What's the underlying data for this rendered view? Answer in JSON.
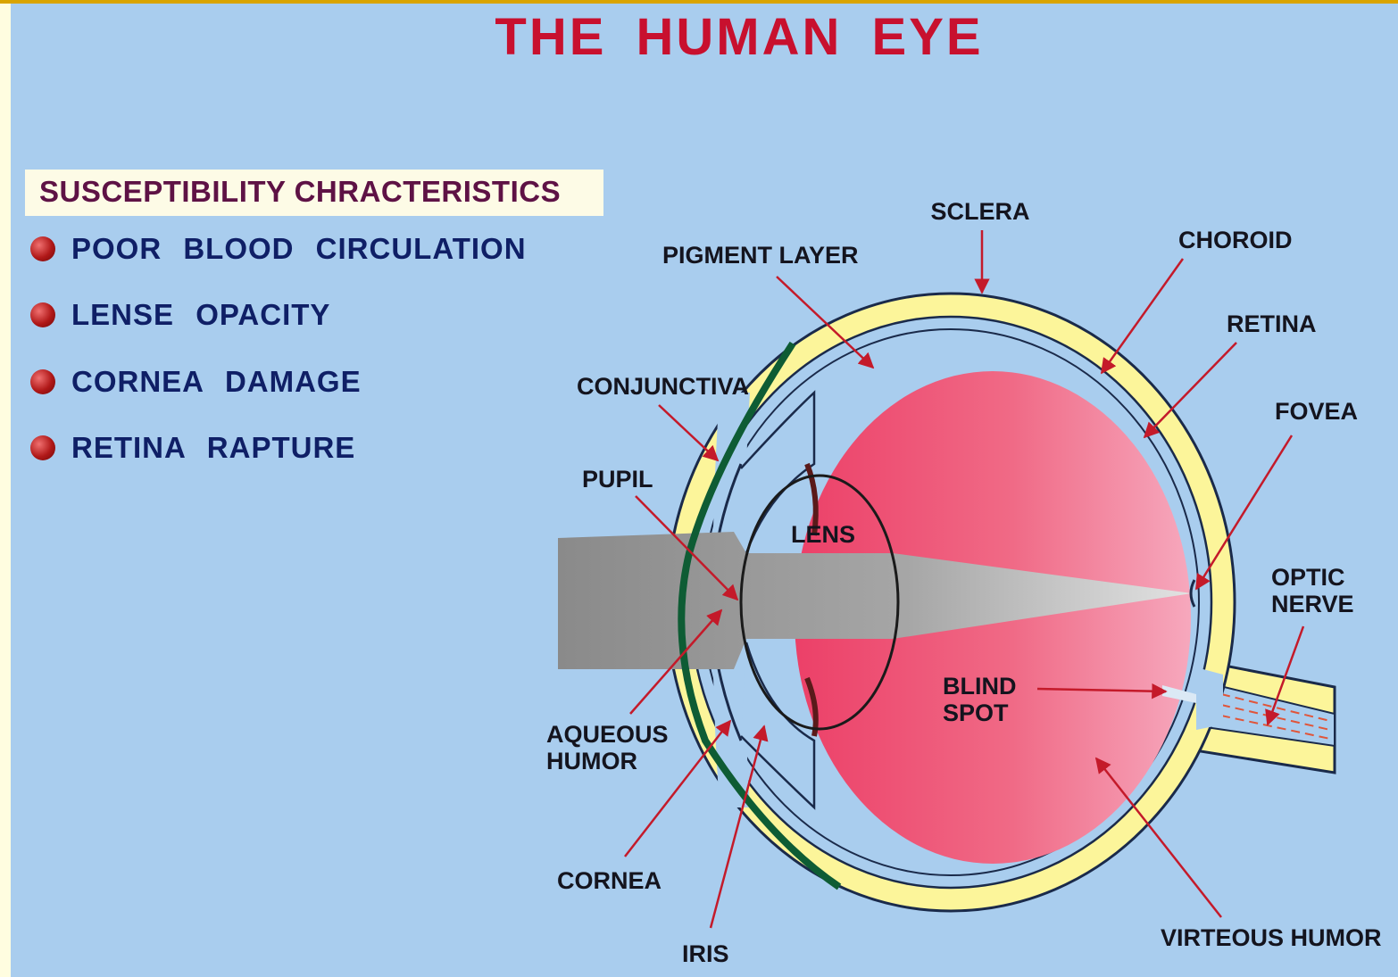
{
  "title": "THE HUMAN EYE",
  "susceptibility": {
    "heading": "SUSCEPTIBILITY CHRACTERISTICS",
    "items": [
      "POOR  BLOOD  CIRCULATION",
      "LENSE  OPACITY",
      "CORNEA  DAMAGE",
      "RETINA  RAPTURE"
    ]
  },
  "labels": {
    "sclera": "SCLERA",
    "pigment_layer": "PIGMENT LAYER",
    "choroid": "CHOROID",
    "retina": "RETINA",
    "conjunctiva": "CONJUNCTIVA",
    "fovea": "FOVEA",
    "pupil": "PUPIL",
    "lens": "LENS",
    "optic_nerve_1": "OPTIC",
    "optic_nerve_2": "NERVE",
    "blind_spot_1": "BLIND",
    "blind_spot_2": "SPOT",
    "aqueous_humor_1": "AQUEOUS",
    "aqueous_humor_2": "HUMOR",
    "cornea": "CORNEA",
    "iris": "IRIS",
    "vitreous_humor": "VIRTEOUS HUMOR"
  },
  "colors": {
    "background": "#a9cdee",
    "title": "#c8102e",
    "sclera": "#fcf59a",
    "vitreous": "#ee4f6e",
    "conjunctiva": "#0e5c34",
    "light_beam": "#8e8e8e"
  }
}
